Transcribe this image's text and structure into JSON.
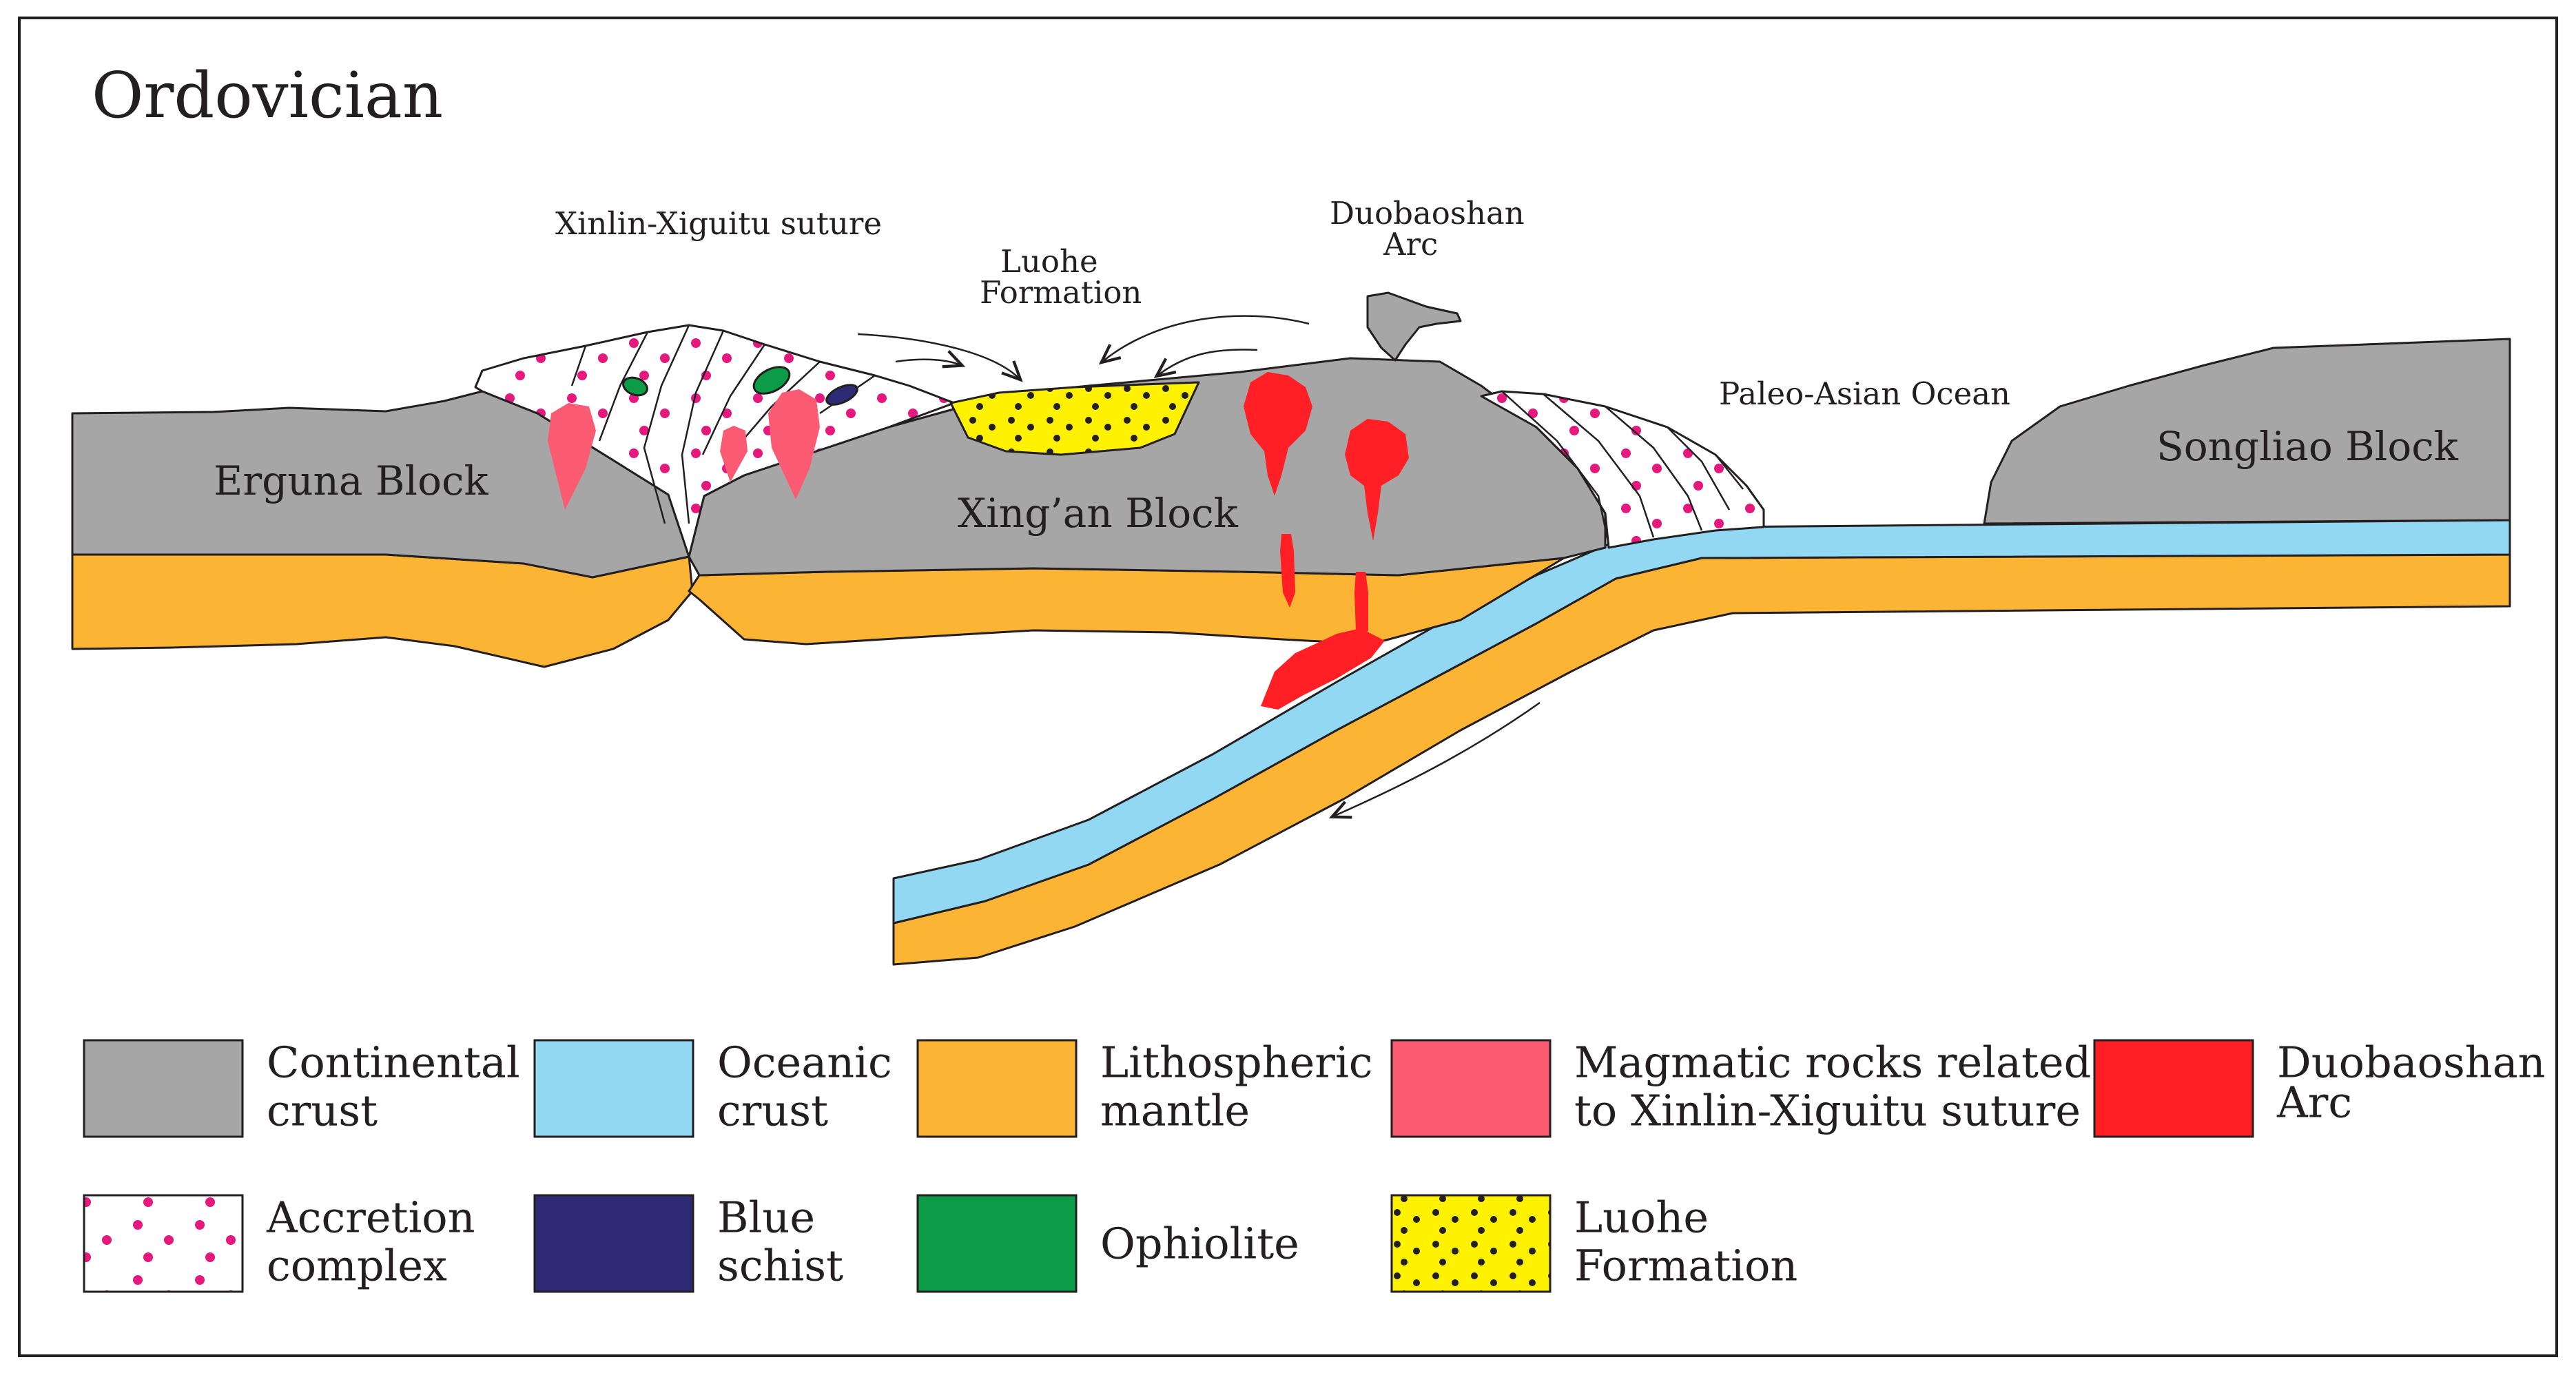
{
  "title": "Ordovician",
  "labels": {
    "suture": "Xinlin-Xiguitu suture",
    "luohe_line1": "Luohe",
    "luohe_line2": "Formation",
    "arc_line1": "Duobaoshan",
    "arc_line2": "Arc",
    "ocean": "Paleo-Asian Ocean",
    "erguna": "Erguna Block",
    "xingan": "Xing’an Block",
    "songliao": "Songliao Block"
  },
  "colors": {
    "continental_crust": "#a7a6a6",
    "oceanic_crust": "#93d8f2",
    "lithospheric_mantle": "#fcb435",
    "magmatic_suture": "#fb5b72",
    "duobaoshan_arc": "#ff1f24",
    "accretion_dots": "#e6187e",
    "blue_schist": "#2f2a76",
    "ophiolite": "#0c9b47",
    "luohe_formation": "#fff200",
    "outline": "#231f20"
  },
  "legend": [
    {
      "key": "continental_crust",
      "line1": "Continental",
      "line2": "crust",
      "pattern": "solid"
    },
    {
      "key": "oceanic_crust",
      "line1": "Oceanic",
      "line2": "crust",
      "pattern": "solid"
    },
    {
      "key": "lithospheric_mantle",
      "line1": "Lithospheric",
      "line2": "mantle",
      "pattern": "solid"
    },
    {
      "key": "magmatic_suture",
      "line1": "Magmatic rocks related",
      "line2": "to Xinlin-Xiguitu suture",
      "pattern": "solid"
    },
    {
      "key": "duobaoshan_arc",
      "line1": "Duobaoshan",
      "line2": "Arc",
      "pattern": "solid",
      "small": true
    },
    {
      "key": "accretion_complex",
      "line1": "Accretion",
      "line2": "complex",
      "pattern": "pink-dots"
    },
    {
      "key": "blue_schist",
      "line1": "Blue",
      "line2": "schist",
      "pattern": "solid"
    },
    {
      "key": "ophiolite",
      "line1": "Ophiolite",
      "line2": "",
      "pattern": "solid"
    },
    {
      "key": "luohe_formation",
      "line1": "Luohe",
      "line2": "Formation",
      "pattern": "black-dots"
    }
  ]
}
